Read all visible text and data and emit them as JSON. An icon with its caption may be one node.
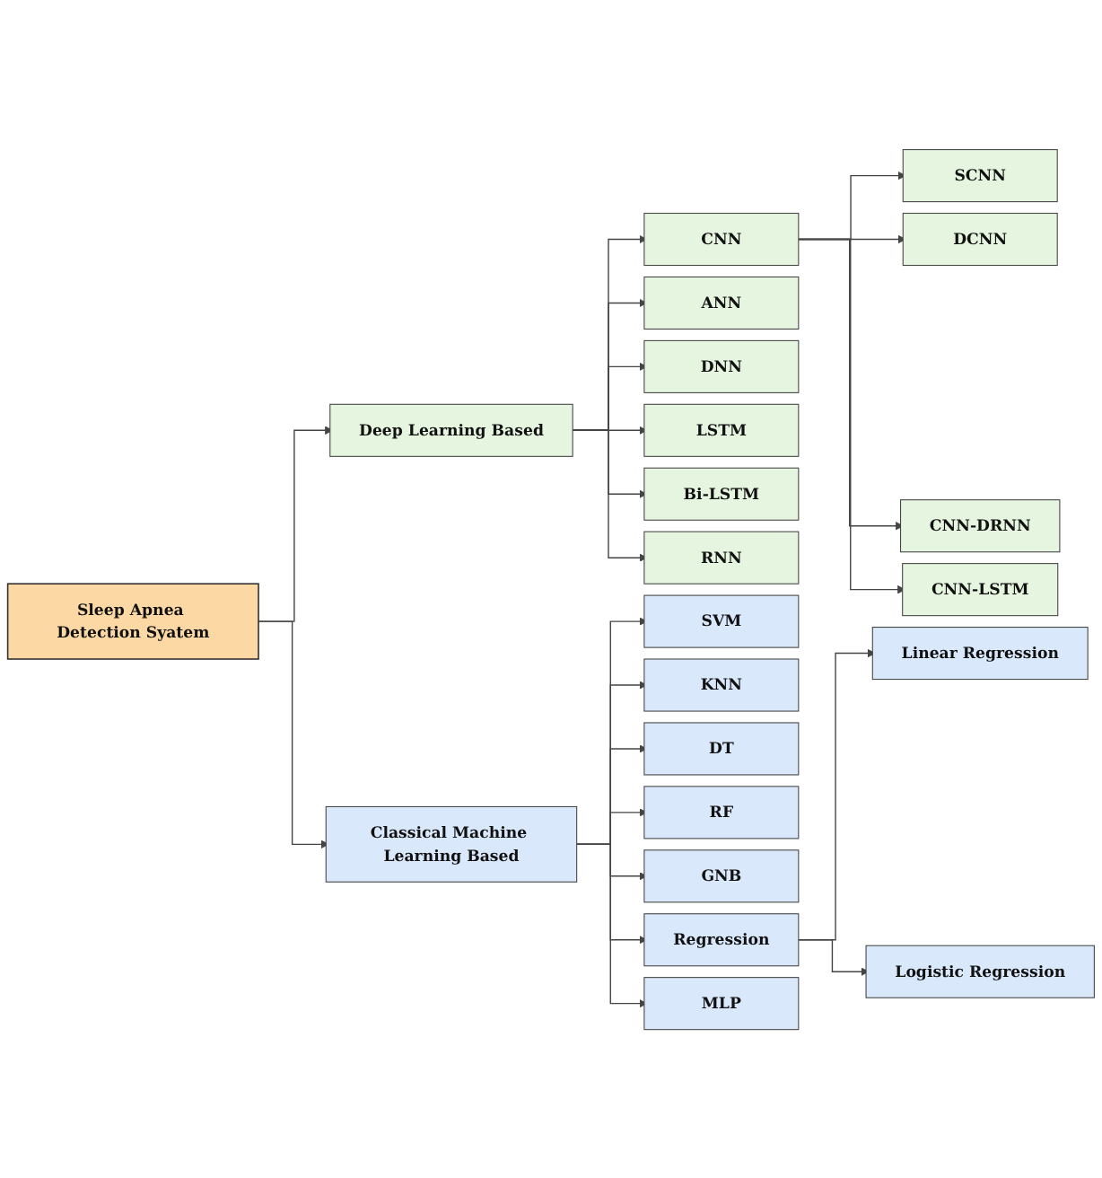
{
  "diagram": {
    "nodes": [
      {
        "text": [
          "Sleep Apnea Detection Syatem"
        ]
      },
      {
        "text": [
          "Deep Learning Based"
        ]
      },
      {
        "text": [
          "Classical Machine Learning Based"
        ]
      },
      {
        "text": [
          "CNN"
        ]
      },
      {
        "text": [
          "ANN"
        ]
      },
      {
        "text": [
          "DNN"
        ]
      },
      {
        "text": [
          "LSTM"
        ]
      },
      {
        "text": [
          "Bi-LSTM"
        ]
      },
      {
        "text": [
          "RNN"
        ]
      },
      {
        "text": [
          "SCNN"
        ]
      },
      {
        "text": [
          "DCNN"
        ]
      },
      {
        "text": [
          "CNN-DRNN"
        ]
      },
      {
        "text": [
          "CNN-LSTM"
        ]
      },
      {
        "text": [
          "SVM"
        ]
      },
      {
        "text": [
          "KNN"
        ]
      },
      {
        "text": [
          "DT"
        ]
      },
      {
        "text": [
          "RF"
        ]
      },
      {
        "text": [
          "GNB"
        ]
      },
      {
        "text": [
          "Regression"
        ]
      },
      {
        "text": [
          "MLP"
        ]
      },
      {
        "text": [
          "Linear Regression"
        ]
      },
      {
        "text": [
          "Logistic Regression"
        ]
      }
    ],
    "edges": [
      {
        "from": 0,
        "to": 1,
        "arrow": "to"
      },
      {
        "from": 0,
        "to": 2,
        "arrow": "to"
      },
      {
        "from": 1,
        "to": 3,
        "arrow": "to"
      },
      {
        "from": 1,
        "to": 4,
        "arrow": "to"
      },
      {
        "from": 1,
        "to": 5,
        "arrow": "to"
      },
      {
        "from": 1,
        "to": 6,
        "arrow": "to"
      },
      {
        "from": 1,
        "to": 7,
        "arrow": "to"
      },
      {
        "from": 1,
        "to": 8,
        "arrow": "to"
      },
      {
        "from": 3,
        "to": 9,
        "arrow": "to"
      },
      {
        "from": 3,
        "to": 10,
        "arrow": "to"
      },
      {
        "from": 3,
        "to": 11,
        "arrow": "to"
      },
      {
        "from": 3,
        "to": 12,
        "arrow": "to"
      },
      {
        "from": 2,
        "to": 13,
        "arrow": "to"
      },
      {
        "from": 2,
        "to": 14,
        "arrow": "to"
      },
      {
        "from": 2,
        "to": 15,
        "arrow": "to"
      },
      {
        "from": 2,
        "to": 16,
        "arrow": "to"
      },
      {
        "from": 2,
        "to": 17,
        "arrow": "to"
      },
      {
        "from": 2,
        "to": 18,
        "arrow": "to"
      },
      {
        "from": 2,
        "to": 19,
        "arrow": "to"
      },
      {
        "from": 18,
        "to": 20,
        "arrow": "to"
      },
      {
        "from": 18,
        "to": 21,
        "arrow": "to"
      }
    ]
  }
}
